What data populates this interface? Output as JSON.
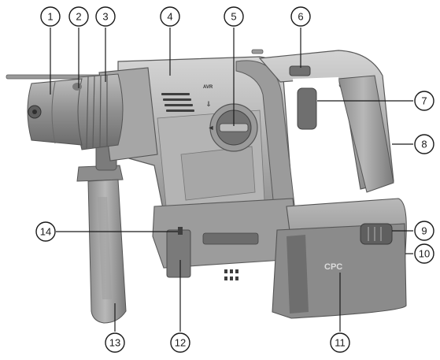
{
  "tool": {
    "battery_brand_label": "CPC",
    "power_label": "AVR",
    "mode_marks": [
      "⇓",
      "◄"
    ]
  },
  "callouts": [
    {
      "num": "1",
      "label": "①"
    },
    {
      "num": "2",
      "label": "②"
    },
    {
      "num": "3",
      "label": "③"
    },
    {
      "num": "4",
      "label": "④"
    },
    {
      "num": "5",
      "label": "⑤"
    },
    {
      "num": "6",
      "label": "⑥"
    },
    {
      "num": "7",
      "label": "⑦"
    },
    {
      "num": "8",
      "label": "⑧"
    },
    {
      "num": "9",
      "label": "⑨"
    },
    {
      "num": "10",
      "label": "⑩"
    },
    {
      "num": "11",
      "label": "⑪"
    },
    {
      "num": "12",
      "label": "⑫"
    },
    {
      "num": "13",
      "label": "⑬"
    },
    {
      "num": "14",
      "label": "⑭"
    }
  ],
  "colors": {
    "body_dark": "#8a8a8a",
    "body_mid": "#a9a9a9",
    "body_light": "#c9c9c9",
    "highlight": "#e2e2e2",
    "outline": "#5a5a5a"
  }
}
